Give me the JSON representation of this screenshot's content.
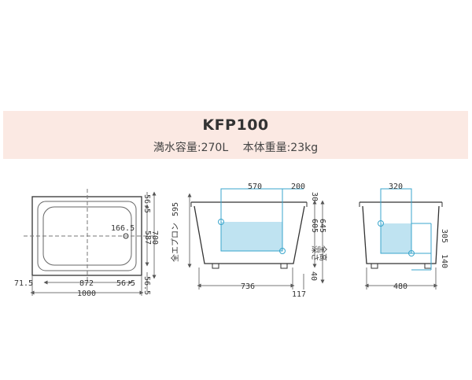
{
  "header": {
    "model": "KFP100",
    "capacity": "満水容量:270L",
    "weight": "本体重量:23kg"
  },
  "plan_view": {
    "overall_width": "1000",
    "inner_width": "872",
    "left_margin": "71.5",
    "right_margin": "56.5",
    "top_margin": "56.5",
    "bottom_margin": "56.5",
    "drain_offset": "166.5",
    "inner_depth": "587",
    "overall_depth": "700"
  },
  "side_view": {
    "dim_570": "570",
    "dim_200": "200",
    "dim_30": "30",
    "apron_label": "全エプロン",
    "apron_height": "595",
    "depth_label": "深さ",
    "depth_value": "605",
    "total_height_label": "全高",
    "total_height_value": "645",
    "dim_40": "40",
    "bottom_length": "736",
    "dim_117": "117"
  },
  "end_view": {
    "top_width": "320",
    "dim_305": "305",
    "dim_140": "140",
    "bottom_width": "480"
  },
  "colors": {
    "header_bg": "#fbe9e3",
    "water_fill": "#bfe3f1",
    "dim_line_blue": "#3aa6cc",
    "outline": "#333333"
  }
}
